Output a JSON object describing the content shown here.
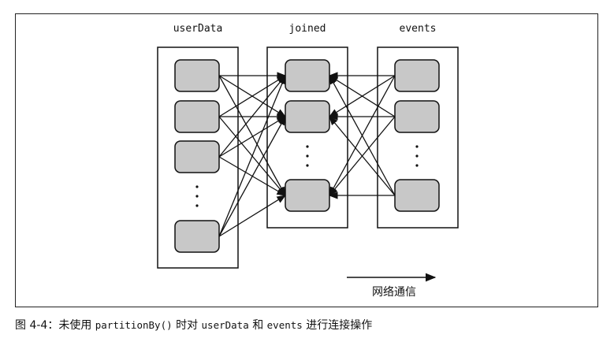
{
  "diagram": {
    "columns": [
      {
        "id": "userData",
        "title": "userData",
        "partitions": 4
      },
      {
        "id": "joined",
        "title": "joined",
        "partitions": 3
      },
      {
        "id": "events",
        "title": "events",
        "partitions": 3
      }
    ],
    "network_label": "网络通信"
  },
  "caption": {
    "prefix": "图 4-4：未使用 ",
    "code1": "partitionBy()",
    "mid1": " 时对 ",
    "code2": "userData",
    "mid2": " 和 ",
    "code3": "events",
    "suffix": " 进行连接操作"
  }
}
